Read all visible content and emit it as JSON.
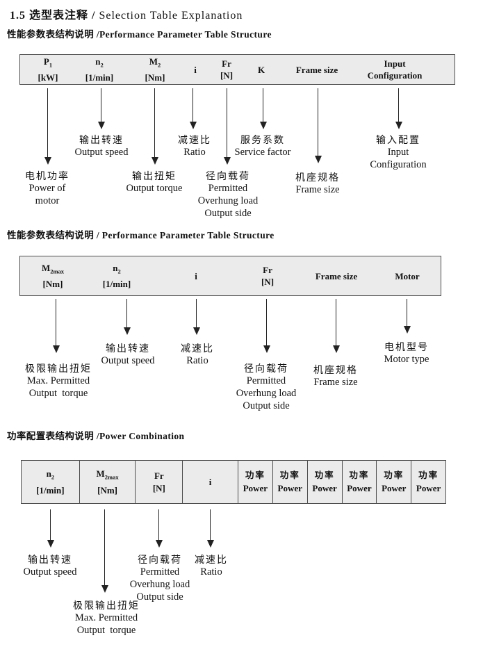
{
  "title": {
    "bold": "1.5 选型表注释 /",
    "rest": " Selection Table Explanation"
  },
  "colors": {
    "table_bg": "#ebebeb",
    "table_border": "#4d4d4d",
    "text": "#111111",
    "arrow": "#222222"
  },
  "sections": [
    {
      "heading": "性能参数表结构说明 /Performance Parameter Table Structure",
      "table": {
        "columns": [
          {
            "l1": "P",
            "sub": "1",
            "l2": "[kW]"
          },
          {
            "l1": "n",
            "sub": "2",
            "l2": "[1/min]"
          },
          {
            "l1": "M",
            "sub": "2",
            "l2": "[Nm]"
          },
          {
            "l1": "i"
          },
          {
            "l1": "Fr",
            "l2": "[N]"
          },
          {
            "l1": "K"
          },
          {
            "l1": "Frame size"
          },
          {
            "l1": "Input",
            "l2": "Configuration"
          }
        ]
      },
      "callouts": [
        {
          "lines": [
            "电机功率",
            "Power of",
            "motor"
          ]
        },
        {
          "lines": [
            "输出转速",
            "Output speed"
          ]
        },
        {
          "lines": [
            "输出扭矩",
            "Output torque"
          ]
        },
        {
          "lines": [
            "减速比",
            "Ratio"
          ]
        },
        {
          "lines": [
            "径向载荷",
            "Permitted",
            "Overhung load",
            "Output side"
          ]
        },
        {
          "lines": [
            "服务系数",
            "Service factor"
          ]
        },
        {
          "lines": [
            "机座规格",
            "Frame size"
          ]
        },
        {
          "lines": [
            "输入配置",
            "Input",
            "Configuration"
          ]
        }
      ]
    },
    {
      "heading": "性能参数表结构说明 / Performance Parameter Table Structure",
      "table": {
        "columns": [
          {
            "l1": "M",
            "sub": "2max",
            "l2": "[Nm]"
          },
          {
            "l1": "n",
            "sub": "2",
            "l2": "[1/min]"
          },
          {
            "l1": "i"
          },
          {
            "l1": "Fr",
            "l2": "[N]"
          },
          {
            "l1": "Frame size"
          },
          {
            "l1": "Motor"
          }
        ]
      },
      "callouts": [
        {
          "lines": [
            "极限输出扭矩",
            "Max. Permitted",
            "Output  torque"
          ]
        },
        {
          "lines": [
            "输出转速",
            "Output speed"
          ]
        },
        {
          "lines": [
            "减速比",
            "Ratio"
          ]
        },
        {
          "lines": [
            "径向载荷",
            "Permitted",
            "Overhung load",
            "Output side"
          ]
        },
        {
          "lines": [
            "机座规格",
            "Frame size"
          ]
        },
        {
          "lines": [
            "电机型号",
            "Motor type"
          ]
        }
      ]
    },
    {
      "heading": "功率配置表结构说明 /Power Combination",
      "table": {
        "columns": [
          {
            "l1": "n",
            "sub": "2",
            "l2": "[1/min]"
          },
          {
            "l1": "M",
            "sub": "2max",
            "l2": "[Nm]"
          },
          {
            "l1": "Fr",
            "l2": "[N]"
          },
          {
            "l1": "i"
          },
          {
            "l1": "功率",
            "l2": "Power"
          },
          {
            "l1": "功率",
            "l2": "Power"
          },
          {
            "l1": "功率",
            "l2": "Power"
          },
          {
            "l1": "功率",
            "l2": "Power"
          },
          {
            "l1": "功率",
            "l2": "Power"
          },
          {
            "l1": "功率",
            "l2": "Power"
          }
        ]
      },
      "callouts": [
        {
          "lines": [
            "输出转速",
            "Output speed"
          ]
        },
        {
          "lines": [
            "极限输出扭矩",
            "Max. Permitted",
            "Output  torque"
          ]
        },
        {
          "lines": [
            "径向载荷",
            "Permitted",
            "Overhung load",
            "Output side"
          ]
        },
        {
          "lines": [
            "减速比",
            "Ratio"
          ]
        }
      ]
    }
  ]
}
